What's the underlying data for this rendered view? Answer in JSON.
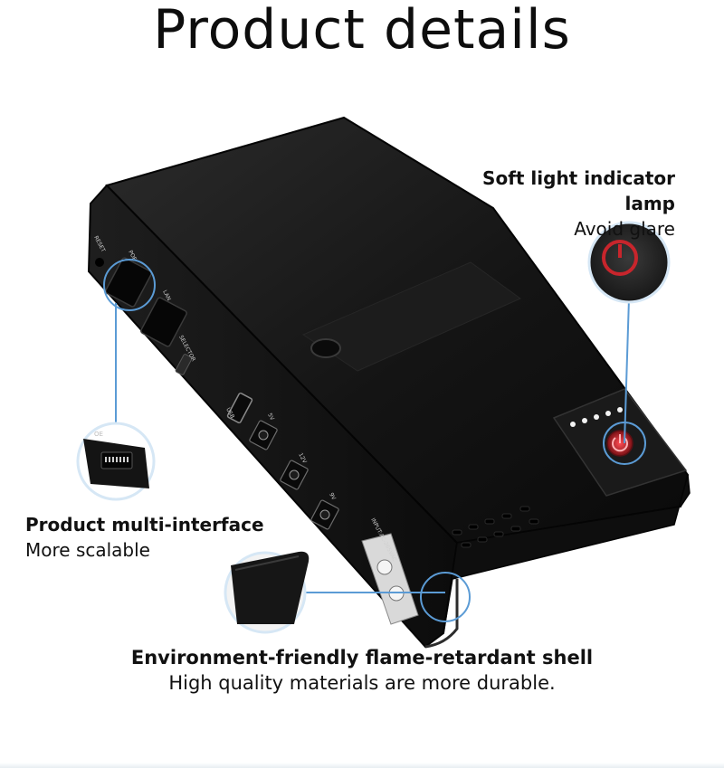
{
  "title": "Product details",
  "features": [
    {
      "heading": "Soft light indicator lamp",
      "detail": "Avoid glare"
    },
    {
      "heading": "Product multi-interface",
      "detail": "More scalable"
    },
    {
      "heading": "Environment-friendly flame-retardant shell",
      "detail": "High quality materials are more durable."
    }
  ],
  "device_labels": {
    "reset": "RESET",
    "poe": "POE",
    "lan": "LAN",
    "selector": "SELECTOR",
    "usb": "USB",
    "v5": "5V",
    "v12": "12V",
    "v9": "9V",
    "input": "INPUT:AC-265VAC",
    "poe_zoom": "OE"
  },
  "colors": {
    "callout_line": "#5b9bd5",
    "power_led": "#c8252c",
    "device_body": "#151515"
  },
  "icons": [
    "power-icon",
    "ethernet-port-icon",
    "usb-port-icon",
    "dc-port-icon",
    "ac-inlet-icon"
  ]
}
